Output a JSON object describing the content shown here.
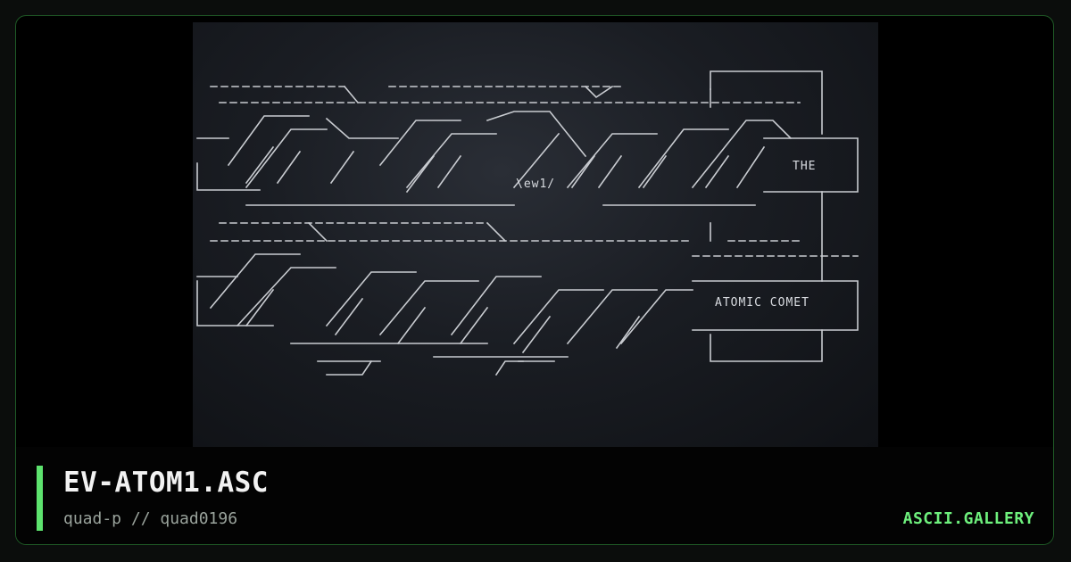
{
  "artwork": {
    "tag": "\\ew1/",
    "box_top_label": "THE",
    "box_bottom_label": "ATOMIC COMET"
  },
  "footer": {
    "title": "EV-ATOM1.ASC",
    "byline": "quad-p // quad0196",
    "brand": "ASCII.GALLERY"
  },
  "colors": {
    "accent": "#5de36e",
    "brand": "#6ef07d",
    "border": "#1f5a26"
  }
}
